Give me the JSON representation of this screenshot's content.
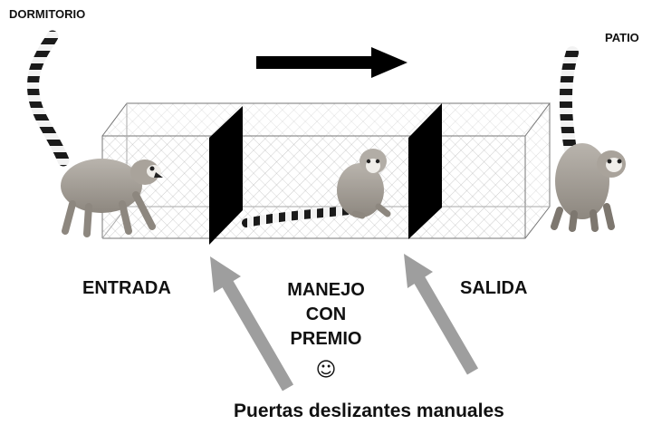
{
  "labels": {
    "dormitorio": "DORMITORIO",
    "patio": "PATIO",
    "entrada": "ENTRADA",
    "manejo_lines": [
      "MANEJO",
      "CON",
      "PREMIO"
    ],
    "smiley": "☺",
    "salida": "SALIDA",
    "caption": "Puertas deslizantes manuales"
  },
  "colors": {
    "text": "#111111",
    "door": "#000000",
    "pointer_arrows": "#9e9e9e",
    "direction_arrow": "#000000",
    "mesh": "#8a8a8a"
  },
  "icons": {
    "direction": "right-arrow",
    "pointers": "up-left-arrow"
  }
}
